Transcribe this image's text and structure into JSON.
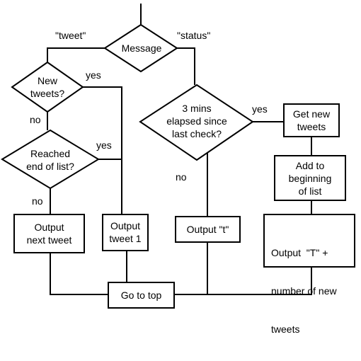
{
  "nodes": {
    "message": "Message",
    "new_tweets": [
      "New",
      "tweets?"
    ],
    "reached_end": [
      "Reached",
      "end of list?"
    ],
    "three_mins": [
      "3 mins",
      "elapsed since",
      "last check?"
    ],
    "get_new": [
      "Get new",
      "tweets"
    ],
    "add_beginning": [
      "Add to",
      "beginning",
      "of list"
    ],
    "output_next": [
      "Output",
      "next tweet"
    ],
    "output_1": [
      "Output",
      "tweet 1"
    ],
    "output_t": "Output \"t\"",
    "output_T": [
      "Output  \"T\" +",
      "number of new",
      "tweets"
    ],
    "go_top": "Go to top"
  },
  "edges": {
    "tweet": "\"tweet\"",
    "status": "\"status\"",
    "yes_new": "yes",
    "no_new": "no",
    "yes_end": "yes",
    "no_end": "no",
    "yes_mins": "yes",
    "no_mins": "no"
  }
}
